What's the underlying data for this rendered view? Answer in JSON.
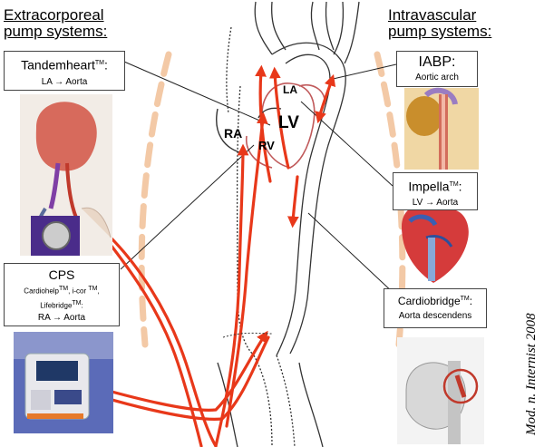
{
  "headings": {
    "left": [
      "Extracorporeal",
      "pump systems:"
    ],
    "right": [
      "Intravascular",
      "pump systems:"
    ]
  },
  "boxes": {
    "tandemheart": {
      "name": "Tandemheart",
      "tm": "TM",
      "suffix": ":",
      "route": "LA → Aorta"
    },
    "iabp": {
      "name": "IABP:",
      "route": "Aortic arch"
    },
    "impella": {
      "name": "Impella",
      "tm": "TM",
      "suffix": ":",
      "route": "LV → Aorta"
    },
    "cps": {
      "name": "CPS",
      "line1": "Cardiohelp",
      "line1_tm": "TM",
      "line1_rest": ", i-cor ",
      "line1_tm2": "TM",
      "line1_end": ",",
      "line2": "Lifebridge",
      "line2_tm": "TM",
      "line2_end": ":",
      "route": "RA → Aorta"
    },
    "cardiobridge": {
      "name": "Cardiobridge",
      "tm": "TM",
      "suffix": ":",
      "route": "Aorta descendens"
    }
  },
  "chambers": {
    "ra": "RA",
    "lv": "LV",
    "la": "LA",
    "rv": "RV"
  },
  "credit": "Mod. n. Internist 2008",
  "colors": {
    "arrow": "#e8381a",
    "dash": "#f3c9a6",
    "vessel": "#333333",
    "heart": "#c0595a"
  },
  "icons": [
    "tandemheart-image",
    "iabp-image",
    "impella-image",
    "cps-console-image",
    "cardiobridge-image"
  ]
}
